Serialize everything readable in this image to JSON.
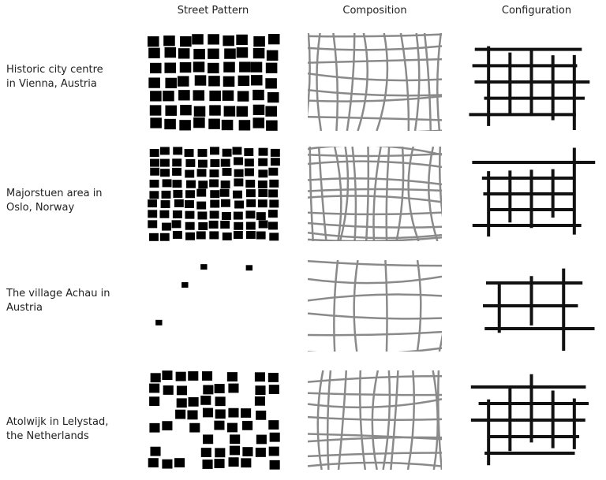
{
  "columns": [
    "Street Pattern",
    "Composition",
    "Configuration"
  ],
  "rows": [
    {
      "line1": "Historic city centre",
      "line2": "in Vienna, Austria"
    },
    {
      "line1": "Majorstuen area in",
      "line2": "Oslo, Norway"
    },
    {
      "line1": "The village Achau in",
      "line2": "Austria"
    },
    {
      "line1": "Atolwijk in Lelystad,",
      "line2": "the Netherlands"
    }
  ],
  "colors": {
    "street": "#000000",
    "composition": "#8a8a8a",
    "configuration": "#111111"
  }
}
